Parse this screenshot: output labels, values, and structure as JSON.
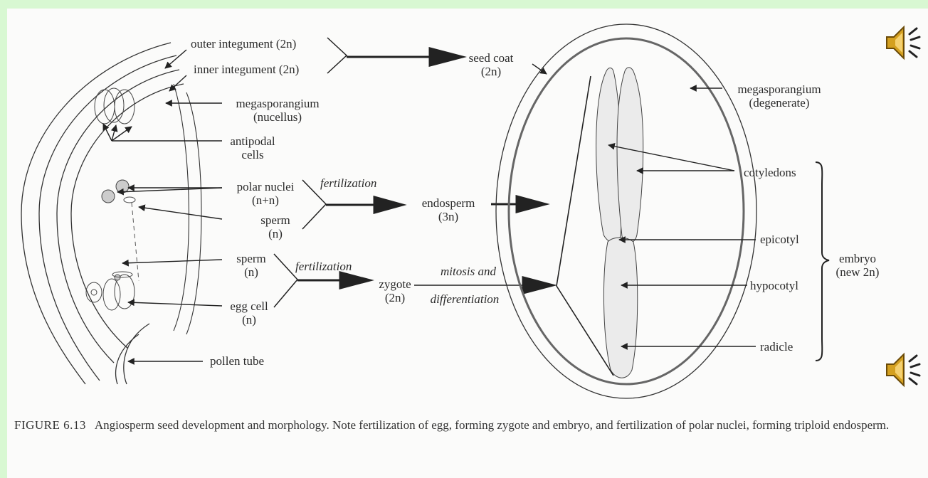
{
  "labels": {
    "outer_integument": "outer integument (2n)",
    "inner_integument": "inner integument (2n)",
    "megasporangium_1": "megasporangium",
    "megasporangium_2": "(nucellus)",
    "antipodal_1": "antipodal",
    "antipodal_2": "cells",
    "polar_nuclei_1": "polar nuclei",
    "polar_nuclei_2": "(n+n)",
    "sperm_a_1": "sperm",
    "sperm_a_2": "(n)",
    "sperm_b_1": "sperm",
    "sperm_b_2": "(n)",
    "egg_cell_1": "egg cell",
    "egg_cell_2": "(n)",
    "pollen_tube": "pollen tube",
    "fertilization_1": "fertilization",
    "fertilization_2": "fertilization",
    "seed_coat_1": "seed coat",
    "seed_coat_2": "(2n)",
    "endosperm_1": "endosperm",
    "endosperm_2": "(3n)",
    "zygote_1": "zygote",
    "zygote_2": "(2n)",
    "mitosis": "mitosis and",
    "differentiation": "differentiation",
    "megasporangium_deg_1": "megasporangium",
    "megasporangium_deg_2": "(degenerate)",
    "cotyledons": "cotyledons",
    "epicotyl": "epicotyl",
    "hypocotyl": "hypocotyl",
    "radicle": "radicle",
    "embryo_1": "embryo",
    "embryo_2": "(new 2n)"
  },
  "caption": {
    "figure": "FIGURE 6.13",
    "text": "Angiosperm seed development and morphology. Note fertilization of egg, forming zygote and embryo, and fertilization of polar nuclei, forming triploid endosperm."
  },
  "icons": {
    "speaker_top": "speaker-icon",
    "speaker_bottom": "speaker-icon"
  },
  "colors": {
    "background": "#d8f8d2",
    "page": "#fbfbfa",
    "speaker": "#d4a020"
  }
}
